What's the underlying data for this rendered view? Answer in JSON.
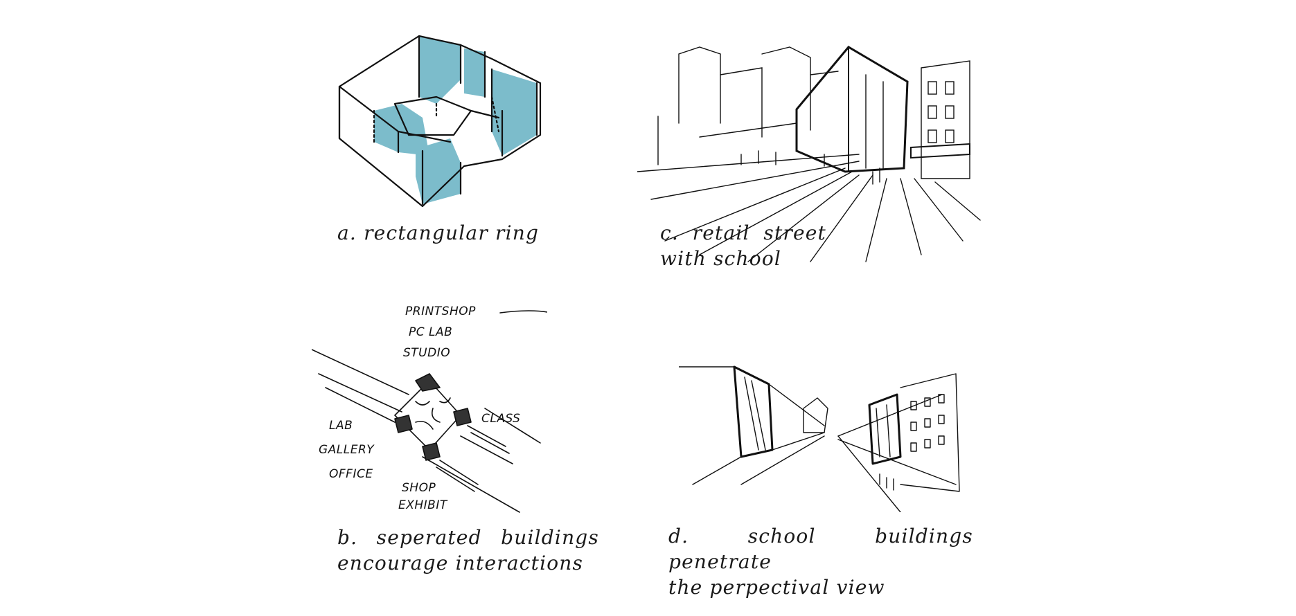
{
  "panels": {
    "a": {
      "caption_line1": "a. rectangular ring"
    },
    "b": {
      "caption_line1": "b.    seperated    buildings",
      "caption_line2": "encourage interactions",
      "labels": {
        "printshop": "PRINTSHOP",
        "pclab": "PC LAB",
        "studio": "STUDIO",
        "lab": "LAB",
        "gallery": "GALLERY",
        "office": "OFFICE",
        "class": "CLASS",
        "shop": "SHOP",
        "exhibit": "EXHIBIT"
      }
    },
    "c": {
      "caption_line1": "c.   retail   street",
      "caption_line2": "with school"
    },
    "d": {
      "caption_line1": "d. school buildings penetrate",
      "caption_line2": "the perpectival view"
    }
  },
  "colors": {
    "accent_blue": "#7cbccb",
    "ink": "#111111"
  }
}
